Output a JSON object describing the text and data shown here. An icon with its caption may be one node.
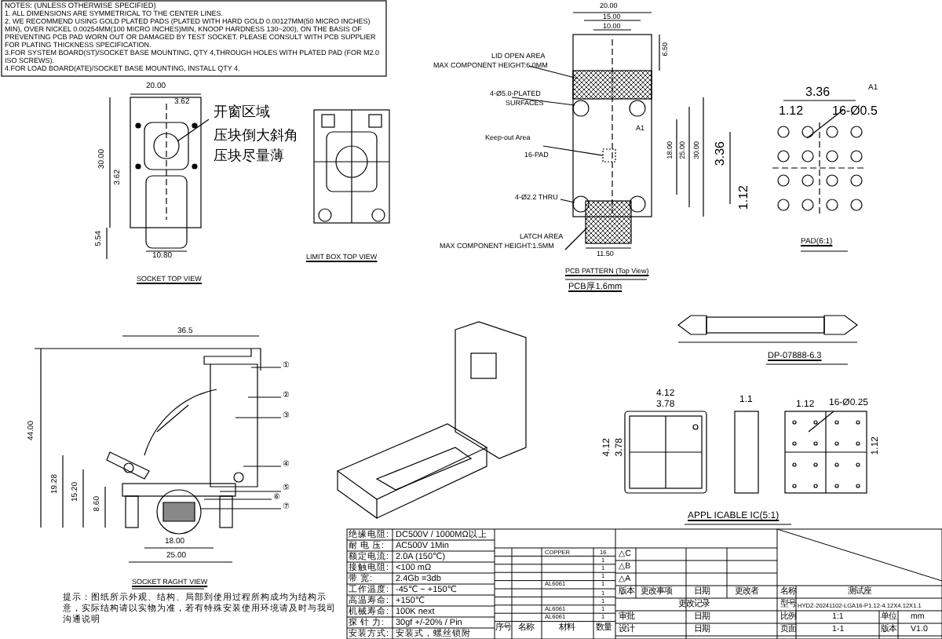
{
  "diagram": {
    "labels": [
      "NOTES: (UNLESS OTHERWISE SPECIFIED)",
      "1. ALL DIMENSIONS ARE SYMMETRICAL TO THE CENTER LINES.",
      "2. WE RECOMMEND USING GOLD PLATED PADS (PLATED WITH HARD GOLD 0.00127MM(50 MICRO INCHES) MIN), OVER NICKEL 0.00254MM(100 MICRO INCHES)MIN, KNOOP HARDNESS 130~200), ON THE BASIS OF PREVENTING PCB PAD WORN OUT OR DAMAGED BY TEST SOCKET. PLEASE CONSULT WITH PCB SUPPLIER FOR PLATING THICKNESS SPECIFICATION.",
      "3.FOR SYSTEM BOARD(ST)/SOCKET BASE MOUNTING, QTY 4,THROUGH HOLES WITH PLATED PAD (FOR M2.0 ISO SCREWS).",
      "4.FOR LOAD BOARD(ATE)/SOCKET BASE MOUNTING, INSTALL QTY 4.",
      "20.00",
      "3.62",
      "开窗区域",
      "压块倒大斜角",
      "压块尽量薄",
      "30.00",
      "3.62",
      "10.80",
      "5.54",
      "SOCKET TOP VIEW",
      "LIMIT BOX TOP VIEW",
      "20.00",
      "15.00",
      "10.00",
      "6.50",
      "LID OPEN AREA",
      "MAX COMPONENT HEIGHT:6.0MM",
      "4-Ø5.0-PLATED",
      "SURFACES",
      "A1",
      "Keep-out Area",
      "16-PAD",
      "18.00",
      "25.00",
      "30.00",
      "4-Ø2.2 THRU",
      "LATCH AREA",
      "MAX COMPONENT HEIGHT:1.5MM",
      "11.50",
      "PCB PATTERN (Top View)",
      "PCB厚1.6mm",
      "3.36",
      "A1",
      "1.12",
      "16-Ø0.5",
      "3.36",
      "1.12",
      "PAD(6:1)",
      "DP-07888-6.3",
      "36.5",
      "44.00",
      "19.28",
      "15.20",
      "8.60",
      "①",
      "②",
      "③",
      "④",
      "⑤",
      "⑥",
      "⑦",
      "18.00",
      "25.00",
      "SOCKET RAGHT VIEW",
      "4.12",
      "3.78",
      "4.12",
      "3.78",
      "1.1",
      "1.12",
      "16-Ø0.25",
      "1.12",
      "APPL ICABLE IC(5:1)",
      "提示：图纸所示外观、结构、局部到使用过程所构成均为结构示意，实际结构请以实物为准，若有特殊安装使用环境请及时与我司沟通说明",
      "绝缘电阻:",
      "DC500V / 1000MΩ以上",
      "耐 电 压:",
      "AC500V 1Min",
      "额定电流:",
      "2.0A (150℃)",
      "接触电阻:",
      "<100 mΩ",
      "带 宽:",
      "2.4Gb =3db",
      "工作温度:",
      "-45℃ ~ +150℃",
      "高温寿命:",
      "+150℃",
      "机械寿命:",
      "100K next",
      "探 针 力:",
      "30gf +/-20% / Pin",
      "安装方式:",
      "安装式，螺丝锁附",
      "COPPER",
      "16",
      "1",
      "1",
      "1",
      "AL6061",
      "1",
      "1",
      "1",
      "AL6061",
      "1",
      "AL6061",
      "1",
      "序号",
      "名称",
      "材料",
      "数量",
      "△C",
      "△B",
      "△A",
      "版本",
      "更改事项",
      "日期",
      "更改者",
      "更改记录",
      "审批",
      "日期",
      "设计",
      "日期",
      "名称",
      "测试座",
      "型号",
      "HYDZ-20241102-LGA16-P1.12-4.12X4.12X1.1",
      "比例",
      "1:1",
      "单位",
      "mm",
      "页面",
      "1-1",
      "版本",
      "V1.0"
    ]
  }
}
